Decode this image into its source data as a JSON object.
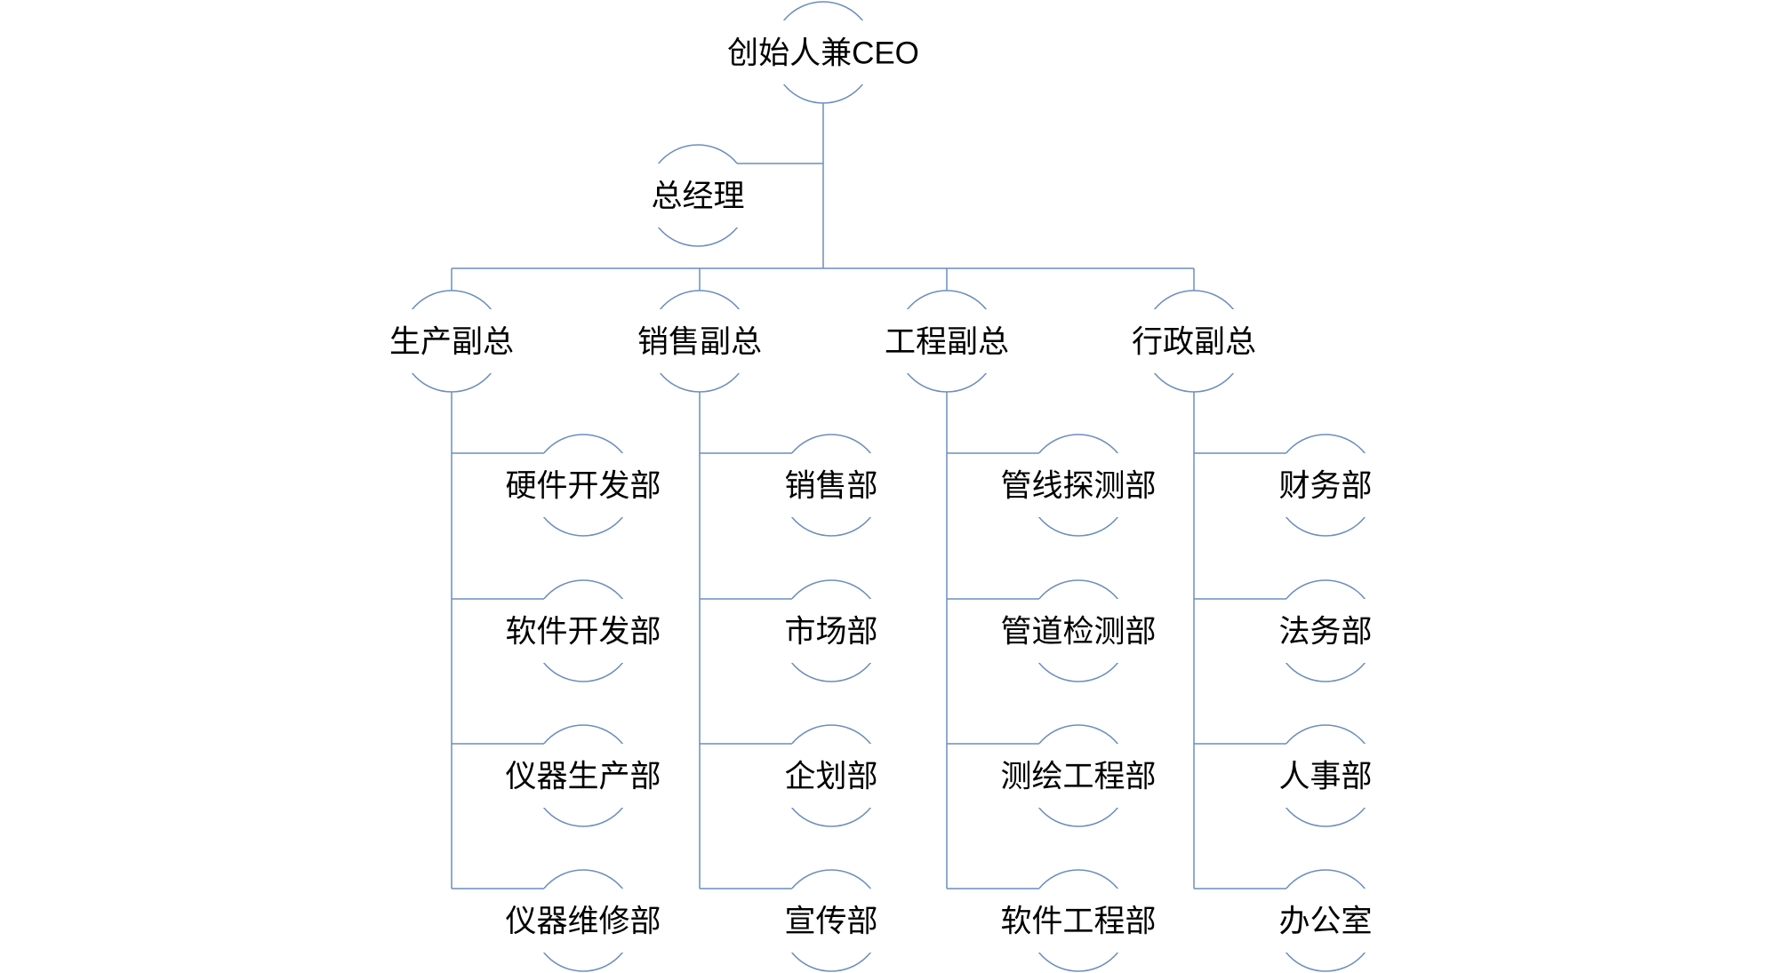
{
  "diagram": {
    "type": "org-chart",
    "colors": {
      "line": "#6c8ebf",
      "text": "#000000",
      "background": "#ffffff"
    },
    "nodes": {
      "ceo": "创始人兼CEO",
      "general_manager": "总经理",
      "vps": [
        "生产副总",
        "销售副总",
        "工程副总",
        "行政副总"
      ],
      "departments": [
        [
          "硬件开发部",
          "软件开发部",
          "仪器生产部",
          "仪器维修部"
        ],
        [
          "销售部",
          "市场部",
          "企划部",
          "宣传部"
        ],
        [
          "管线探测部",
          "管道检测部",
          "测绘工程部",
          "软件工程部"
        ],
        [
          "财务部",
          "法务部",
          "人事部",
          "办公室"
        ]
      ]
    }
  }
}
